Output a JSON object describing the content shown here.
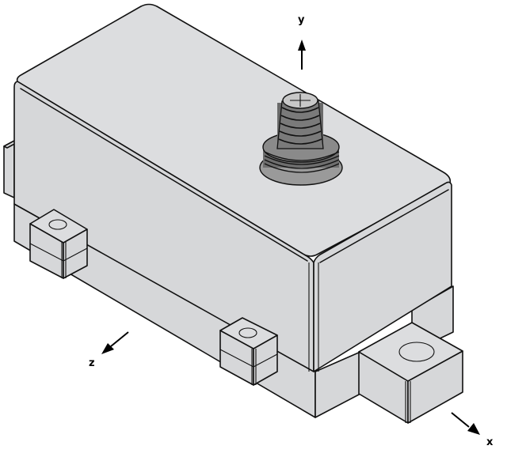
{
  "diagram": {
    "type": "isometric-technical-drawing",
    "subject": "rectangular enclosure with threaded connector and mounting tabs",
    "colors": {
      "body_fill": "#d6d7d9",
      "outline": "#111111",
      "background": "#ffffff"
    },
    "axes": {
      "y": {
        "label": "y",
        "direction": "up"
      },
      "z": {
        "label": "z",
        "direction": "down-left"
      },
      "x": {
        "label": "x",
        "direction": "down-right"
      }
    },
    "parts": [
      {
        "name": "main-housing",
        "description": "box body with rounded edges"
      },
      {
        "name": "base-plate",
        "description": "lower flange around housing"
      },
      {
        "name": "threaded-connector",
        "description": "cylindrical threaded stud on top face"
      },
      {
        "name": "mounting-tab-left",
        "description": "small tab with hole on left side"
      },
      {
        "name": "mounting-tab-front",
        "description": "small tab with hole on front side"
      },
      {
        "name": "mounting-tab-right",
        "description": "large tab with hole at right end"
      },
      {
        "name": "side-boss",
        "description": "small rectangular boss on far left"
      }
    ]
  }
}
